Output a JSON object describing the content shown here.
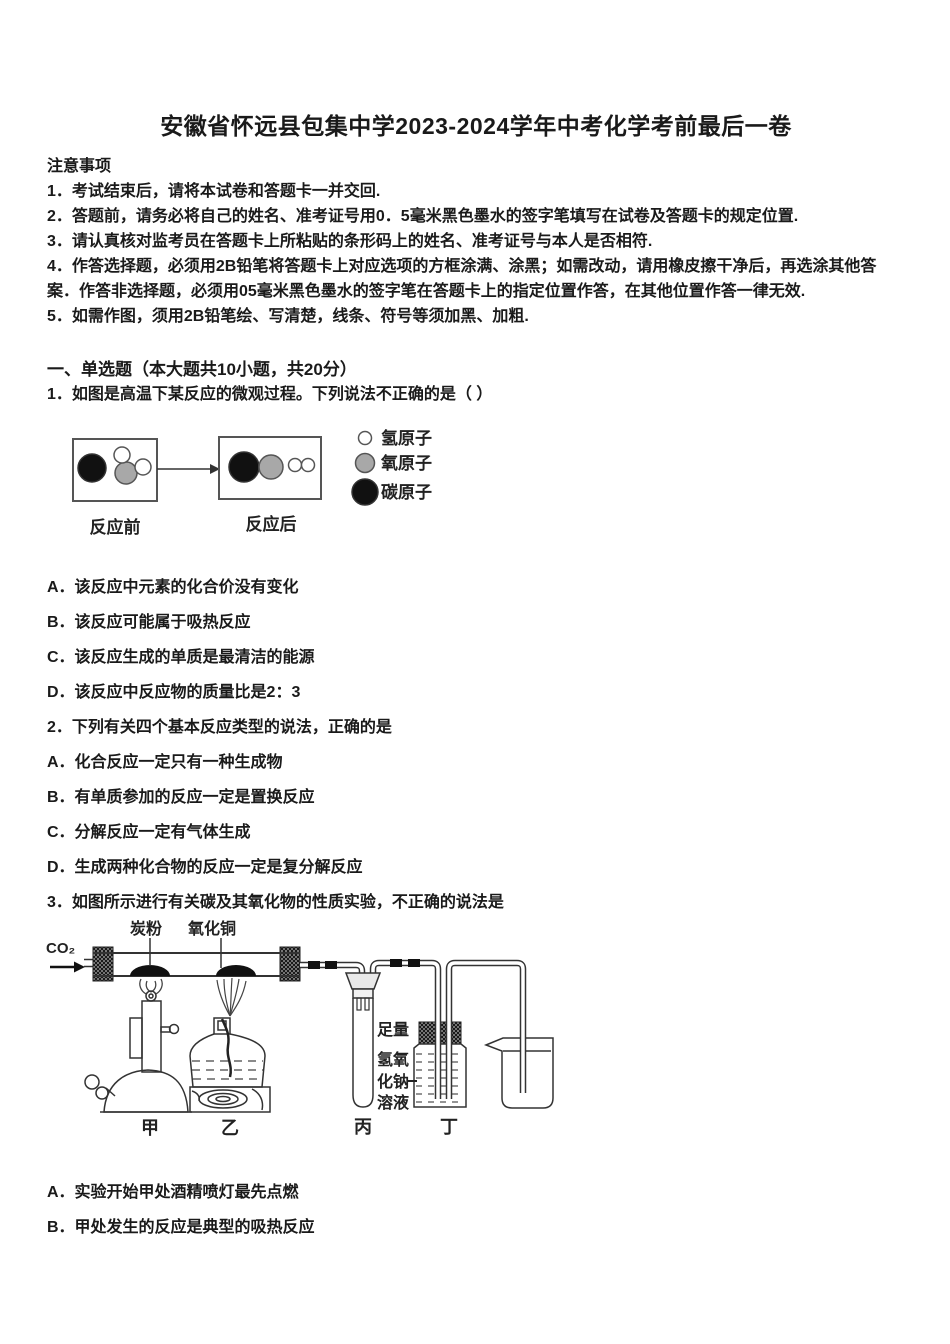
{
  "page": {
    "title": "安徽省怀远县包集中学2023-2024学年中考化学考前最后一卷",
    "notice_heading": "注意事项",
    "notices": [
      "1．考试结束后，请将本试卷和答题卡一并交回.",
      "2．答题前，请务必将自己的姓名、准考证号用0．5毫米黑色墨水的签字笔填写在试卷及答题卡的规定位置.",
      "3．请认真核对监考员在答题卡上所粘贴的条形码上的姓名、准考证号与本人是否相符.",
      "4．作答选择题，必须用2B铅笔将答题卡上对应选项的方框涂满、涂黑；如需改动，请用橡皮擦干净后，再选涂其他答案．作答非选择题，必须用05毫米黑色墨水的签字笔在答题卡上的指定位置作答，在其他位置作答一律无效.",
      "5．如需作图，须用2B铅笔绘、写清楚，线条、符号等须加黑、加粗."
    ],
    "section_heading": "一、单选题（本大题共10小题，共20分）"
  },
  "colors": {
    "ink": "#1a1a1a",
    "figure_stroke": "#333333",
    "carbon": "#111111",
    "oxygen": "#a8a8a8",
    "hydrogen": "#ffffff",
    "heap": "#111111"
  },
  "q1": {
    "stem": "1．如图是高温下某反应的微观过程。下列说法不正确的是（ ）",
    "figure": {
      "before_label": "反应前",
      "after_label": "反应后",
      "legend": [
        {
          "name": "hydrogen-atom",
          "label": "氢原子",
          "color": "#ffffff"
        },
        {
          "name": "oxygen-atom",
          "label": "氧原子",
          "color": "#a8a8a8"
        },
        {
          "name": "carbon-atom",
          "label": "碳原子",
          "color": "#111111"
        }
      ]
    },
    "options": [
      "A．该反应中元素的化合价没有变化",
      "B．该反应可能属于吸热反应",
      "C．该反应生成的单质是最清洁的能源",
      "D．该反应中反应物的质量比是2：3"
    ]
  },
  "q2": {
    "stem": "2．下列有关四个基本反应类型的说法，正确的是",
    "options": [
      "A．化合反应一定只有一种生成物",
      "B．有单质参加的反应一定是置换反应",
      "C．分解反应一定有气体生成",
      "D．生成两种化合物的反应一定是复分解反应"
    ]
  },
  "q3": {
    "stem": "3．如图所示进行有关碳及其氧化物的性质实验，不正确的说法是",
    "figure": {
      "gas_label": "CO₂",
      "carbon_powder_label": "炭粉",
      "copper_oxide_label": "氧化铜",
      "naoh_lines": [
        "足量",
        "氢氧",
        "化钠",
        "溶液"
      ],
      "device_labels": [
        "甲",
        "乙",
        "丙",
        "丁"
      ]
    },
    "options": [
      "A．实验开始甲处酒精喷灯最先点燃",
      "B．甲处发生的反应是典型的吸热反应"
    ]
  }
}
